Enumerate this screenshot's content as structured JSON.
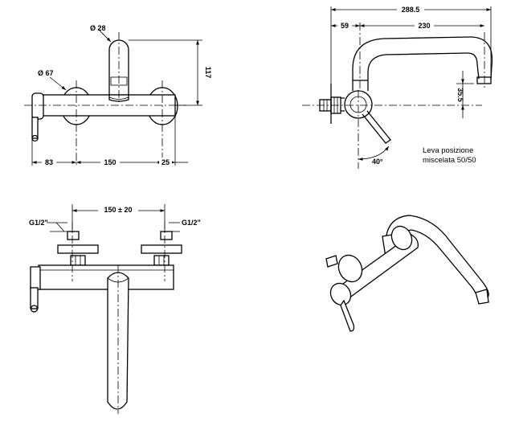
{
  "views": {
    "front": {
      "dims": {
        "spout_diameter": "Ø 28",
        "body_diameter": "Ø 67",
        "height": "117",
        "left_offset": "83",
        "center_distance": "150",
        "right_offset": "25"
      }
    },
    "side": {
      "dims": {
        "total_length": "288.5",
        "wall_offset": "59",
        "spout_reach": "230",
        "spout_drop": "35.5",
        "lever_angle": "40°"
      },
      "note": {
        "line1": "Leva posizione",
        "line2": "miscelata 50/50"
      }
    },
    "top": {
      "dims": {
        "center_distance": "150 ± 20",
        "left_thread": "G1/2\"",
        "right_thread": "G1/2\""
      }
    },
    "isometric": {}
  },
  "colors": {
    "line": "#000000",
    "background": "#ffffff"
  }
}
